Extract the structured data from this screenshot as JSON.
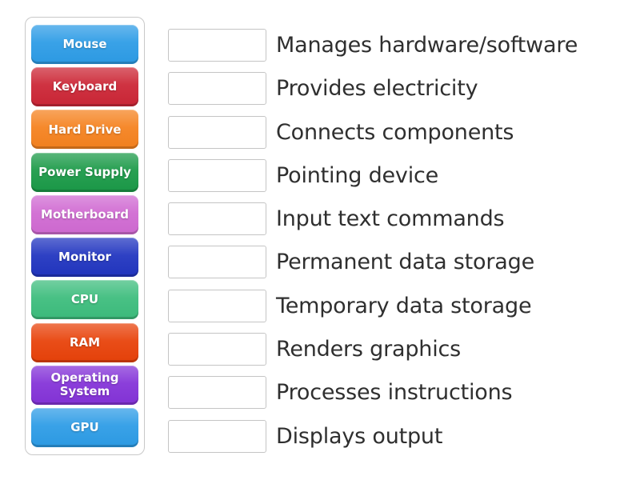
{
  "left_panel": {
    "tiles": [
      {
        "label": "Mouse",
        "color": "#2d9ce6"
      },
      {
        "label": "Keyboard",
        "color": "#cc2636"
      },
      {
        "label": "Hard Drive",
        "color": "#f5821f"
      },
      {
        "label": "Power Supply",
        "color": "#1b9a48"
      },
      {
        "label": "Motherboard",
        "color": "#d06ad2"
      },
      {
        "label": "Monitor",
        "color": "#2135c0"
      },
      {
        "label": "CPU",
        "color": "#3dbd7d"
      },
      {
        "label": "RAM",
        "color": "#e8420a"
      },
      {
        "label": "Operating System",
        "color": "#8433d8"
      },
      {
        "label": "GPU",
        "color": "#2d9ce6"
      }
    ]
  },
  "rows": [
    {
      "description": "Manages hardware/software"
    },
    {
      "description": "Provides electricity"
    },
    {
      "description": "Connects components"
    },
    {
      "description": "Pointing device"
    },
    {
      "description": "Input text commands"
    },
    {
      "description": "Permanent data storage"
    },
    {
      "description": "Temporary data storage"
    },
    {
      "description": "Renders graphics"
    },
    {
      "description": "Processes instructions"
    },
    {
      "description": "Displays output"
    }
  ]
}
